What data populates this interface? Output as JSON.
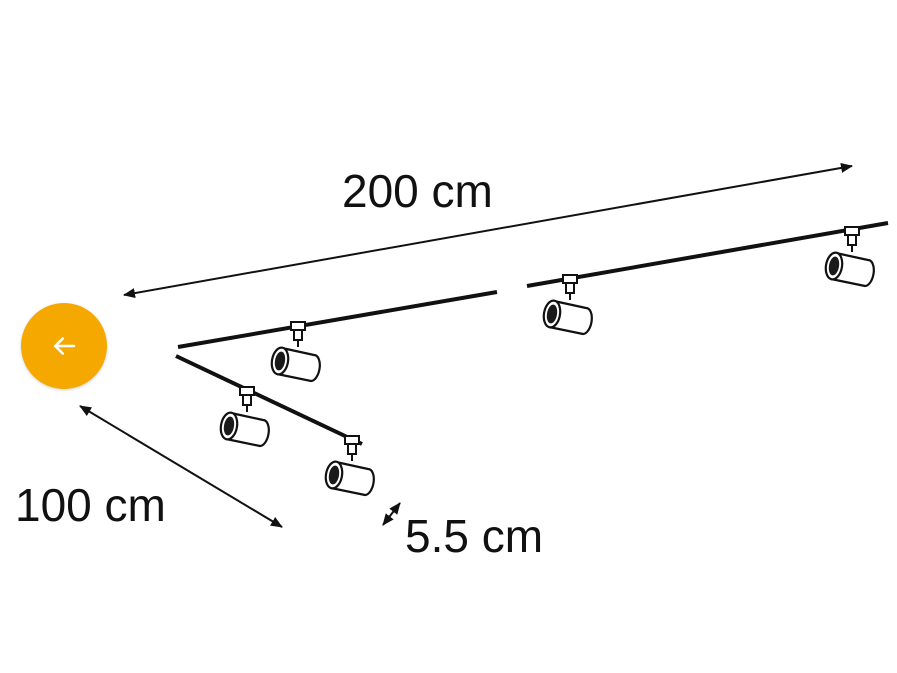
{
  "labels": {
    "length_long": "200 cm",
    "length_short": "100 cm",
    "track_width": "5.5 cm"
  },
  "controls": {
    "back_icon": "arrow-left-icon"
  },
  "colors": {
    "accent": "#f5a800",
    "line": "#111111",
    "background": "#ffffff"
  }
}
